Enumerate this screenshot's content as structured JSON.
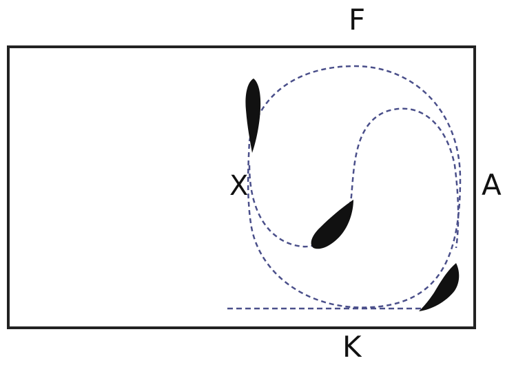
{
  "labels": {
    "top": "F",
    "right": "A",
    "bottom": "K",
    "point": "X"
  },
  "colors": {
    "frame": "#222222",
    "path": "#4a4f8a",
    "marker": "#111111",
    "text": "#111111"
  }
}
